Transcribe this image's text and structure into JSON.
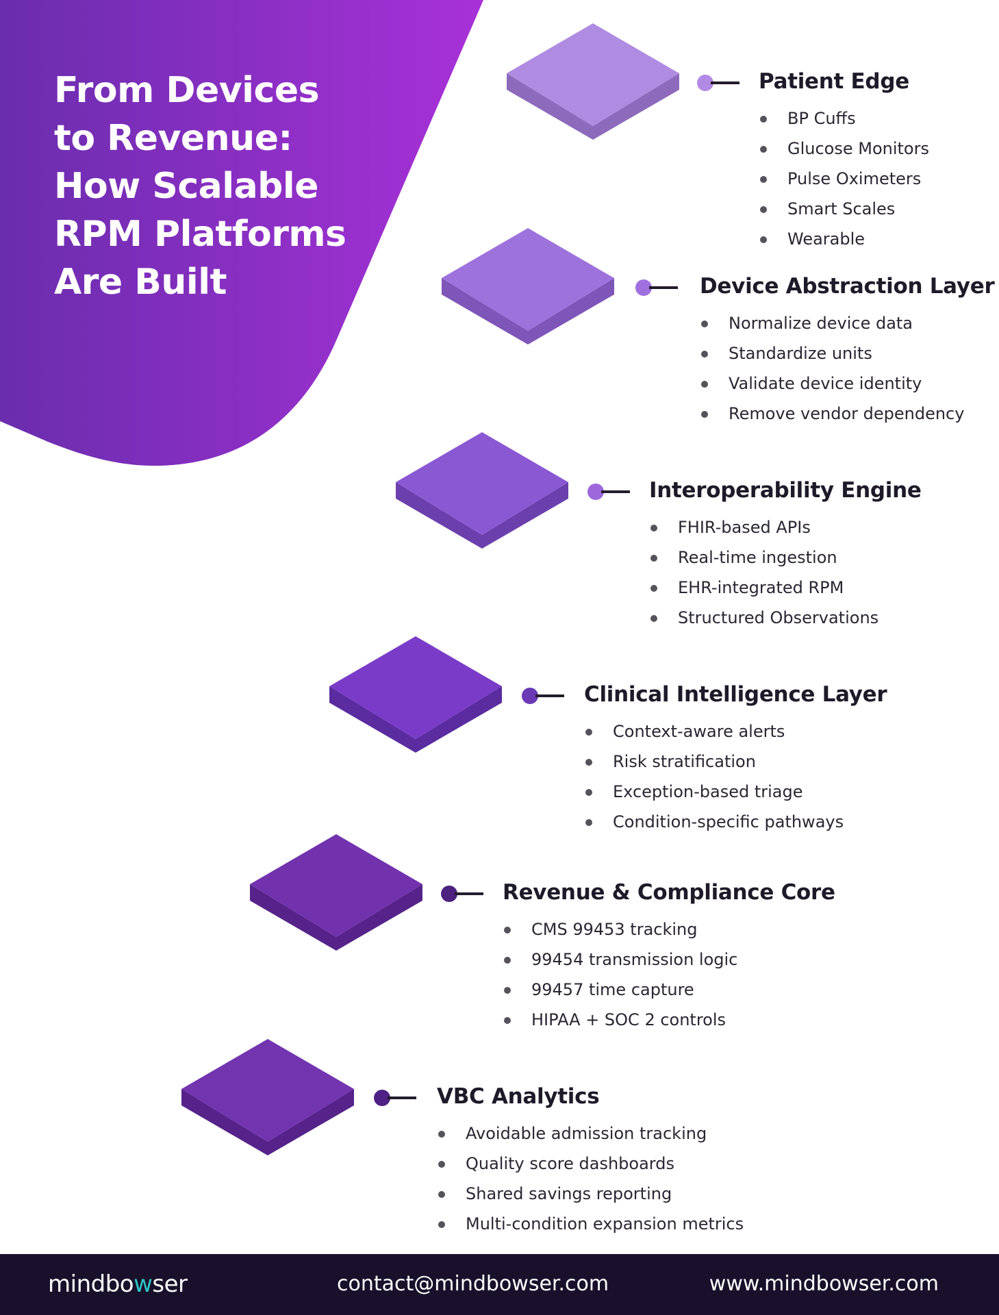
{
  "header": {
    "title_lines": [
      "From Devices",
      "to Revenue:",
      "How Scalable",
      "RPM Platforms",
      "Are Built"
    ],
    "gradient_colors": [
      "#6a2dad",
      "#a831d8"
    ]
  },
  "layers": [
    {
      "title": "Patient Edge",
      "items": [
        "BP Cuffs",
        "Glucose Monitors",
        "Pulse Oximeters",
        "Smart Scales",
        "Wearable"
      ],
      "top_color": "#b08be2",
      "side_color": "#8d6abb",
      "dot_color": "#b28ae4"
    },
    {
      "title": "Device Abstraction Layer",
      "items": [
        "Normalize device data",
        "Standardize units",
        "Validate device identity",
        "Remove vendor dependency"
      ],
      "top_color": "#9e72dc",
      "side_color": "#7e55b8",
      "dot_color": "#a070de"
    },
    {
      "title": "Interoperability Engine",
      "items": [
        "FHIR-based APIs",
        "Real-time ingestion",
        "EHR-integrated RPM",
        "Structured Observations"
      ],
      "top_color": "#8b58d3",
      "side_color": "#6b40ad",
      "dot_color": "#9c68dc"
    },
    {
      "title": "Clinical Intelligence Layer",
      "items": [
        "Context-aware alerts",
        "Risk stratification",
        "Exception-based triage",
        "Condition-specific pathways"
      ],
      "top_color": "#7a3cc8",
      "side_color": "#5a2ca0",
      "dot_color": "#6b3ab5"
    },
    {
      "title": "Revenue & Compliance Core",
      "items": [
        "CMS 99453 tracking",
        "99454 transmission logic",
        "99457 time capture",
        "HIPAA + SOC 2 controls"
      ],
      "top_color": "#7232ae",
      "side_color": "#56238a",
      "dot_color": "#4c2180"
    },
    {
      "title": "VBC Analytics",
      "items": [
        "Avoidable admission tracking",
        "Quality score dashboards",
        "Shared savings reporting",
        "Multi-condition expansion metrics"
      ],
      "top_color": "#7334b0",
      "side_color": "#55238a",
      "dot_color": "#4e2284"
    }
  ],
  "footer": {
    "logo_parts": [
      "mindbo",
      "w",
      "ser"
    ],
    "email": "contact@mindbowser.com",
    "website": "www.mindbowser.com",
    "background": "#19112b",
    "accent": "#2ec4c4"
  }
}
